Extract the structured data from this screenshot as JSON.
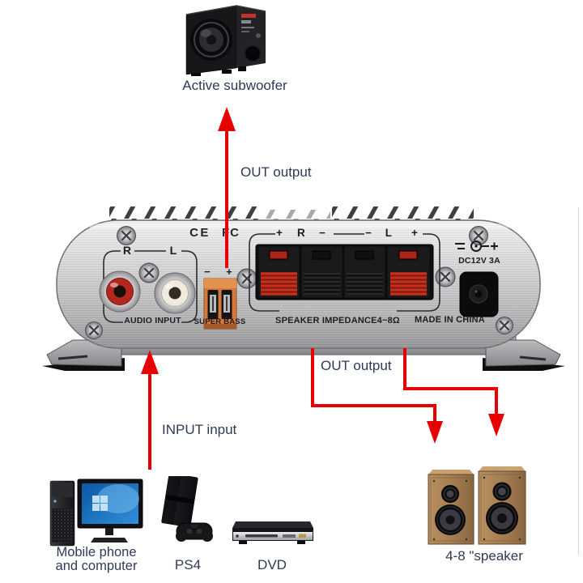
{
  "diagram": {
    "accent_red": "#e80000",
    "label_color": "#2f3a55",
    "subwoofer_label": "Active subwoofer",
    "out_top_label": "OUT output",
    "out_bottom_label": "OUT output",
    "input_label": "INPUT input",
    "source_label": "Mobile phone and computer",
    "ps4_label": "PS4",
    "dvd_label": "DVD",
    "speaker_label": "4-8 \"speaker"
  },
  "amplifier": {
    "ce_mark": "CE",
    "fcc_mark": "FC",
    "rca_right_label": "R",
    "rca_left_label": "L",
    "audio_input_label": "AUDIO INPUT",
    "super_bass": {
      "minus": "−",
      "plus": "+",
      "label": "SUPER BASS"
    },
    "speaker_terminal_labels": [
      "+",
      "R",
      "−",
      "−",
      "L",
      "+"
    ],
    "impedance_label": "SPEAKER IMPEDANCE4~8Ω",
    "made_in_label": "MADE IN CHINA",
    "power": {
      "rating": "DC12V 3A"
    }
  }
}
